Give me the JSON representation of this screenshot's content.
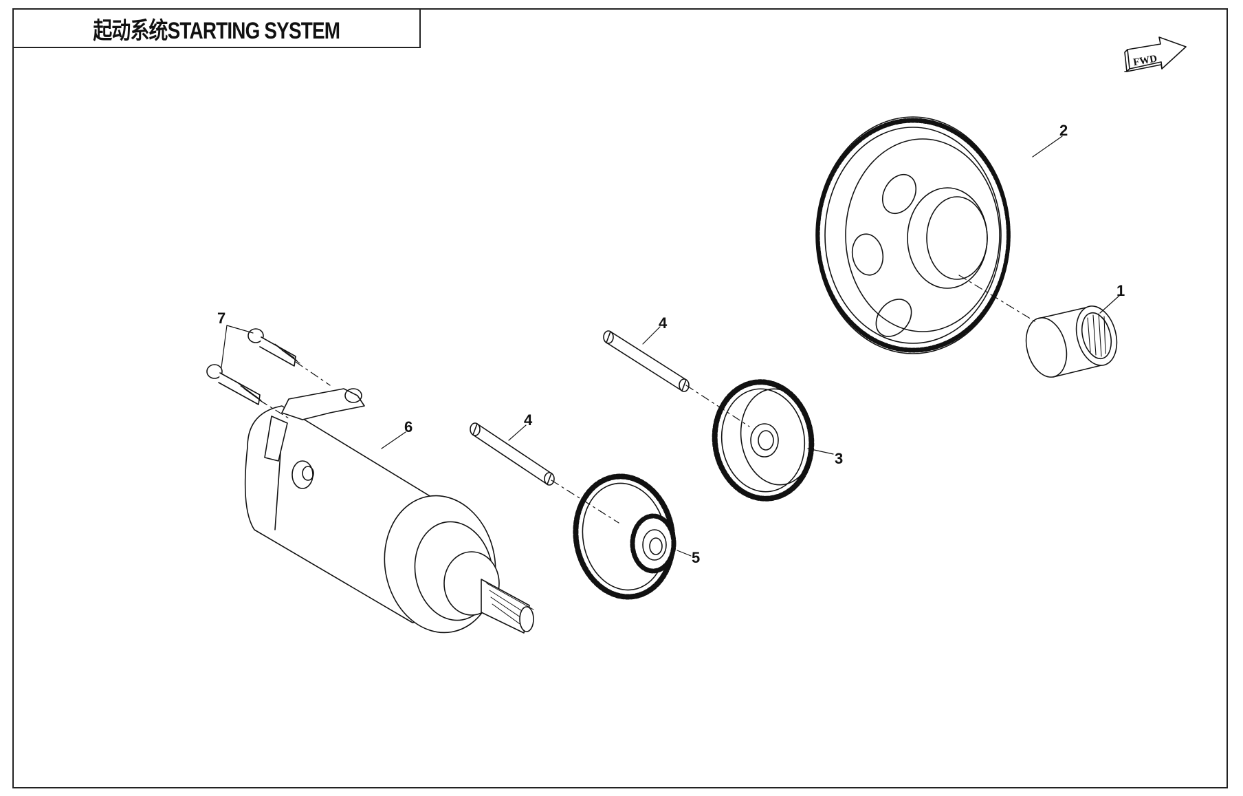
{
  "title": "起动系统STARTING SYSTEM",
  "fwd_label": "FWD",
  "callouts": [
    "1",
    "2",
    "3",
    "4",
    "4",
    "5",
    "6",
    "7"
  ],
  "parts": [
    {
      "callout": "1",
      "icon": "needle-bearing-icon"
    },
    {
      "callout": "2",
      "icon": "starter-driven-gear-icon"
    },
    {
      "callout": "3",
      "icon": "idle-gear-icon"
    },
    {
      "callout": "4",
      "icon": "gear-shaft-pin-icon"
    },
    {
      "callout": "5",
      "icon": "double-gear-icon"
    },
    {
      "callout": "6",
      "icon": "starter-motor-icon"
    },
    {
      "callout": "7",
      "icon": "flange-bolt-icon"
    }
  ]
}
